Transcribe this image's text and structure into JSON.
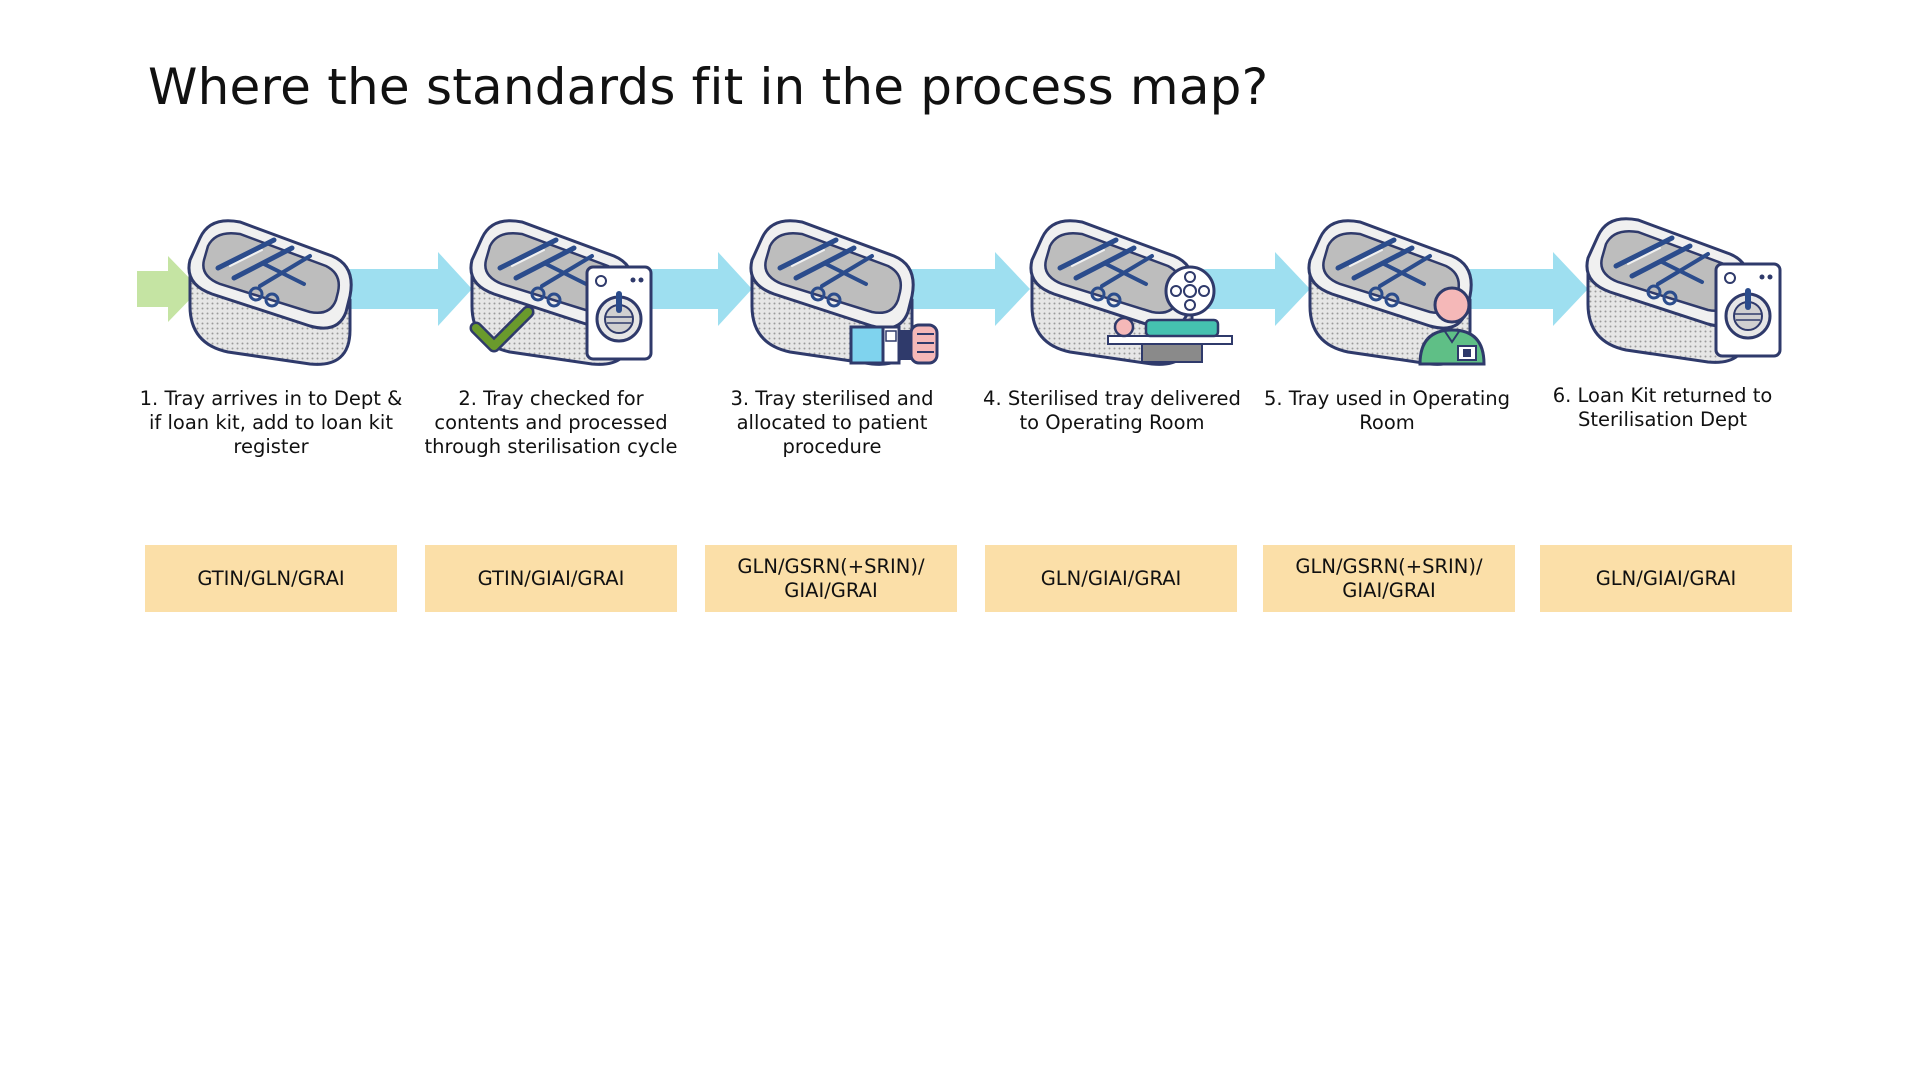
{
  "title": "Where the standards fit in the process map?",
  "colors": {
    "arrow": "#9edff0",
    "start_arrow": "#c5e4a3",
    "standard_box": "#fbdfa8",
    "tray_outline": "#2f3a6b",
    "tray_fill": "#d9d9d9",
    "instrument": "#2b4c8c",
    "check": "#6a9a2c",
    "scanner": "#7fd3ee",
    "skin": "#f5b8b8",
    "scrubs": "#5fbf86",
    "drape": "#45c1b0"
  },
  "steps": [
    {
      "caption": "1. Tray arrives in to Dept & if loan kit, add to loan kit register",
      "standards": "GTIN/GLN/GRAI",
      "icons": [
        "tray-icon",
        "green-arrow-icon"
      ]
    },
    {
      "caption": "2. Tray checked for contents and processed through sterilisation cycle",
      "standards": "GTIN/GIAI/GRAI",
      "icons": [
        "tray-icon",
        "checkmark-icon",
        "steriliser-machine-icon"
      ]
    },
    {
      "caption": "3. Tray sterilised and allocated to patient procedure",
      "standards": "GLN/GSRN(+SRIN)/ GIAI/GRAI",
      "icons": [
        "tray-icon",
        "patient-wristband-icon"
      ]
    },
    {
      "caption": "4. Sterilised tray delivered to Operating Room",
      "standards": "GLN/GIAI/GRAI",
      "icons": [
        "tray-icon",
        "operating-table-icon",
        "surgical-light-icon"
      ]
    },
    {
      "caption": "5. Tray used in Operating Room",
      "standards": "GLN/GSRN(+SRIN)/ GIAI/GRAI",
      "icons": [
        "tray-icon",
        "surgeon-icon"
      ]
    },
    {
      "caption": "6. Loan Kit returned to Sterilisation Dept",
      "standards": "GLN/GIAI/GRAI",
      "icons": [
        "tray-icon",
        "steriliser-machine-icon"
      ]
    }
  ]
}
